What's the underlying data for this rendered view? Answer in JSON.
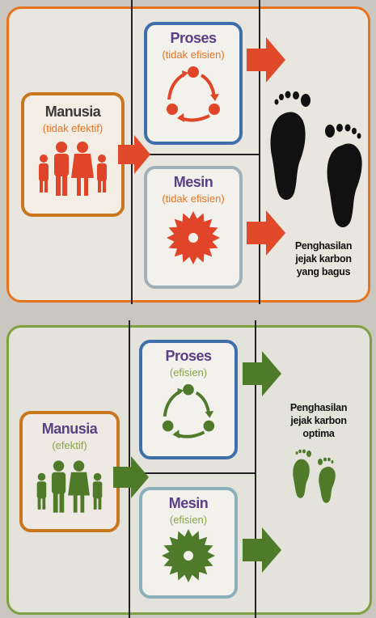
{
  "top": {
    "human": {
      "title": "Manusia",
      "sub": "(tidak efektif)"
    },
    "process": {
      "title": "Proses",
      "sub": "(tidak efisien)"
    },
    "machine": {
      "title": "Mesin",
      "sub": "(tidak efisien)"
    },
    "caption": [
      "Penghasilan",
      "jejak karbon",
      "yang bagus"
    ]
  },
  "bottom": {
    "human": {
      "title": "Manusia",
      "sub": "(efektif)"
    },
    "process": {
      "title": "Proses",
      "sub": "(efisien)"
    },
    "machine": {
      "title": "Mesin",
      "sub": "(efisien)"
    },
    "caption": [
      "Penghasilan",
      "jejak karbon",
      "optima"
    ]
  },
  "colors": {
    "orange": "#e8731f",
    "red": "#e0452a",
    "green": "#4f7a2a",
    "blue_border": "#3f6fa8",
    "grey_border": "#9fb0b8",
    "purple_title": "#5a3f86"
  }
}
